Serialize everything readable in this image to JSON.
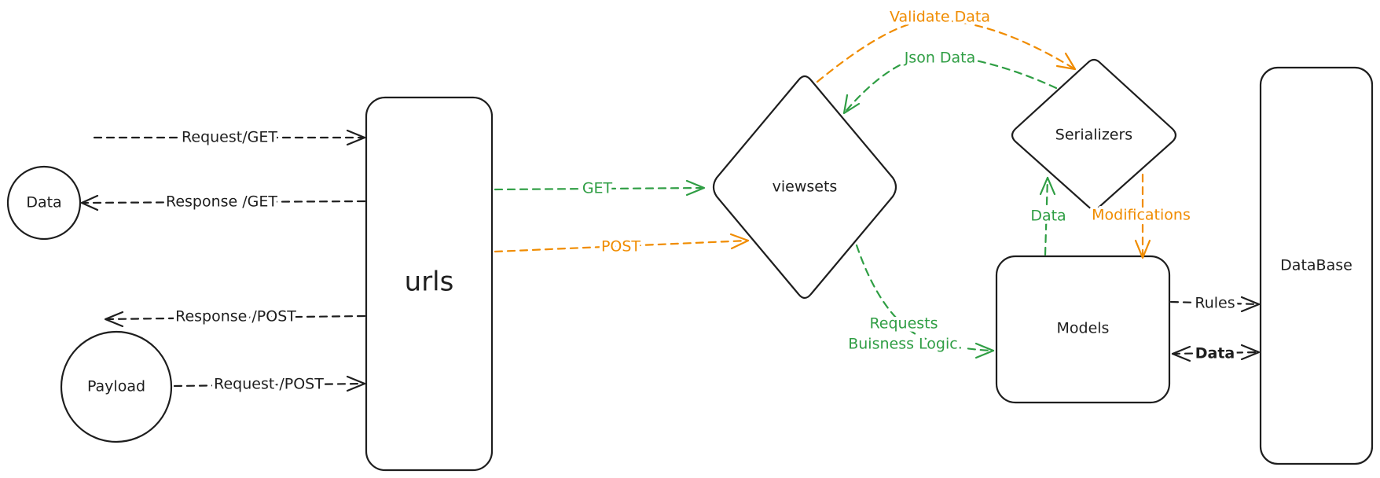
{
  "colors": {
    "ink": "#1e1e1e",
    "green": "#2f9e44",
    "orange": "#f08c00"
  },
  "nodes": {
    "data": "Data",
    "payload": "Payload",
    "urls": "urls",
    "viewsets": "viewsets",
    "serializers": "Serializers",
    "models": "Models",
    "database": "DataBase"
  },
  "edges": {
    "request_get": "Request/GET",
    "response_get": "Response /GET",
    "response_post": "Response /POST",
    "request_post": "Request /POST",
    "get": "GET",
    "post": "POST",
    "validate_data": "Validate Data",
    "json_data": "Json Data",
    "requests_line1": "Requests",
    "requests_line2": "Buisness Logic.",
    "data_up": "Data",
    "modifications": "Modifications",
    "rules": "Rules",
    "data_db": "Data"
  }
}
